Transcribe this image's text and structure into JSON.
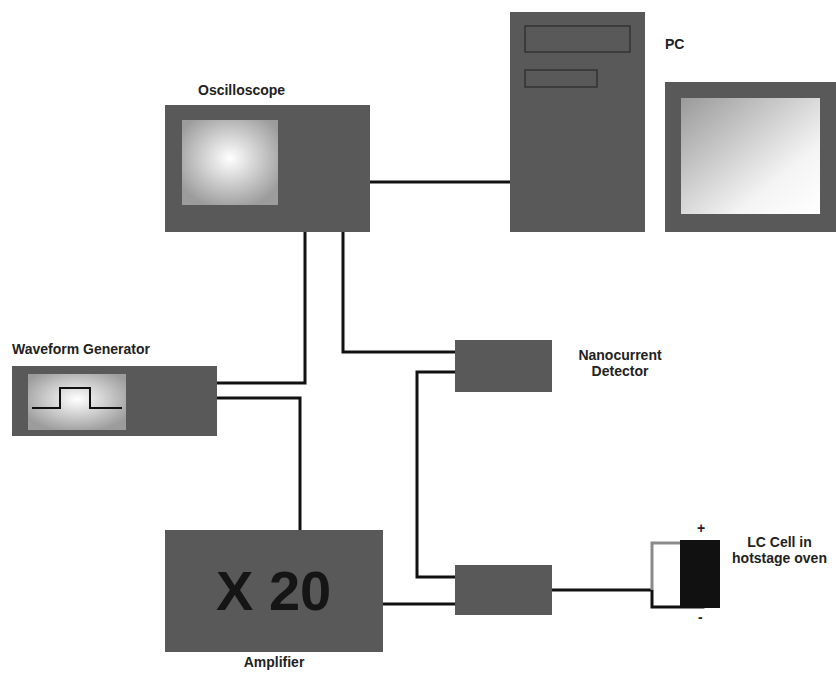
{
  "diagram": {
    "nodes": [
      {
        "text": [
          "Oscilloscope"
        ]
      },
      {
        "text": [
          "PC"
        ]
      },
      {
        "text": [
          "Waveform Generator"
        ]
      },
      {
        "text": [
          "Nanocurrent Detector"
        ]
      },
      {
        "text": [
          "X 20",
          "Amplifier"
        ]
      },
      {
        "text": [
          "LC Cell in hotstage oven"
        ]
      }
    ],
    "edges": [
      {
        "from": 0,
        "to": 1,
        "arrow": "none"
      },
      {
        "from": 0,
        "to": 2,
        "arrow": "none"
      },
      {
        "from": 0,
        "to": 3,
        "arrow": "none"
      },
      {
        "from": 2,
        "to": 4,
        "arrow": "none"
      }
    ],
    "labels": [
      "+",
      "-"
    ]
  }
}
